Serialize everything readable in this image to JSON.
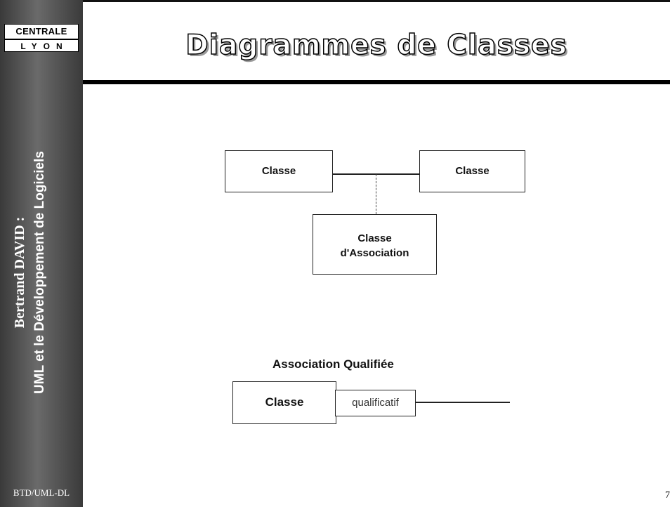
{
  "sidebar": {
    "logo_top": "CENTRALE",
    "logo_bottom": "LYON",
    "author": "Bertrand DAVID :",
    "course": "UML et le Développement de Logiciels",
    "footer_code": "BTD/UML-DL"
  },
  "header": {
    "title": "Diagrammes de Classes"
  },
  "diagram_association_class": {
    "left_class": "Classe",
    "right_class": "Classe",
    "association_class_line1": "Classe",
    "association_class_line2": "d'Association"
  },
  "diagram_qualified": {
    "heading": "Association Qualifiée",
    "class": "Classe",
    "qualifier": "qualificatif"
  },
  "page_number": "7"
}
